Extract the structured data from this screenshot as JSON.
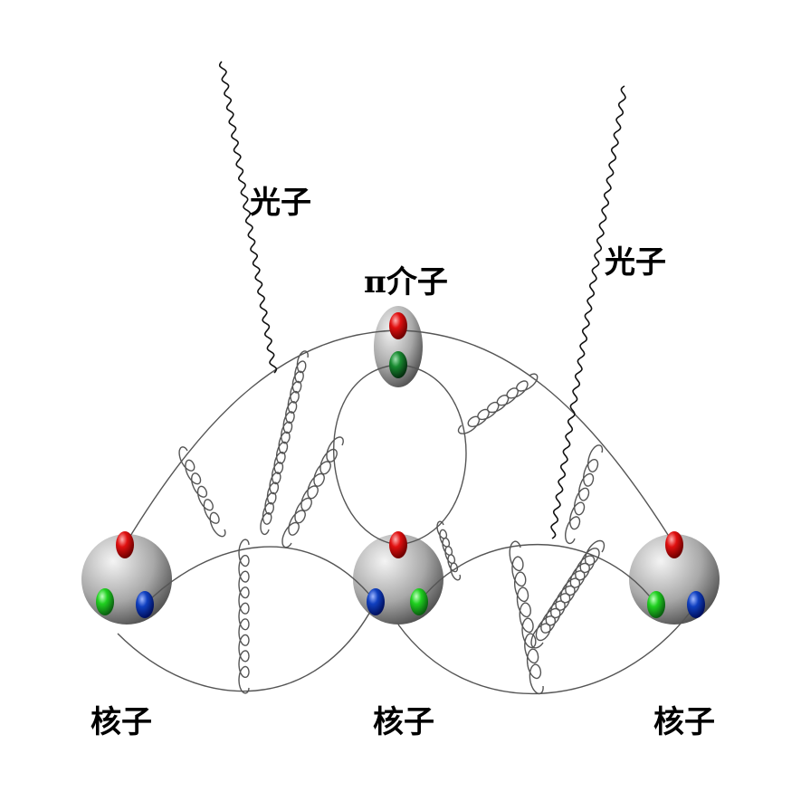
{
  "labels": {
    "photon_left": "光子",
    "photon_right": "光子",
    "pion": "π介子",
    "nucleon_left": "核子",
    "nucleon_middle": "核子",
    "nucleon_right": "核子"
  },
  "colors": {
    "quark_red": "#e01010",
    "quark_green": "#20d020",
    "quark_green_dark": "#188a30",
    "quark_blue": "#1040c0",
    "line": "#555555"
  }
}
